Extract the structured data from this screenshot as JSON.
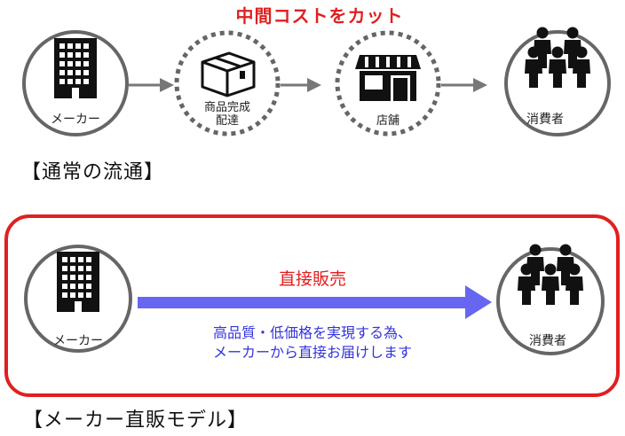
{
  "banner": {
    "cut_cost": "中間コストをカット"
  },
  "normal_flow": {
    "title": "【通常の流通】",
    "manufacturer": "メーカー",
    "delivery_line1": "商品完成",
    "delivery_line2": "配達",
    "store": "店舗",
    "consumer": "消費者"
  },
  "direct_model": {
    "title": "【メーカー直販モデル】",
    "manufacturer": "メーカー",
    "consumer": "消費者",
    "arrow_label": "直接販売",
    "desc_line1": "高品質・低価格を実現する為、",
    "desc_line2": "メーカーから直接お届けします"
  },
  "colors": {
    "accent_red": "#e02020",
    "arrow_blue": "#6666f0",
    "desc_blue": "#3333dd",
    "circle_gray": "#666666"
  },
  "icons": [
    "building-icon",
    "box-icon",
    "storefront-icon",
    "people-group-icon",
    "arrow-right-icon"
  ]
}
